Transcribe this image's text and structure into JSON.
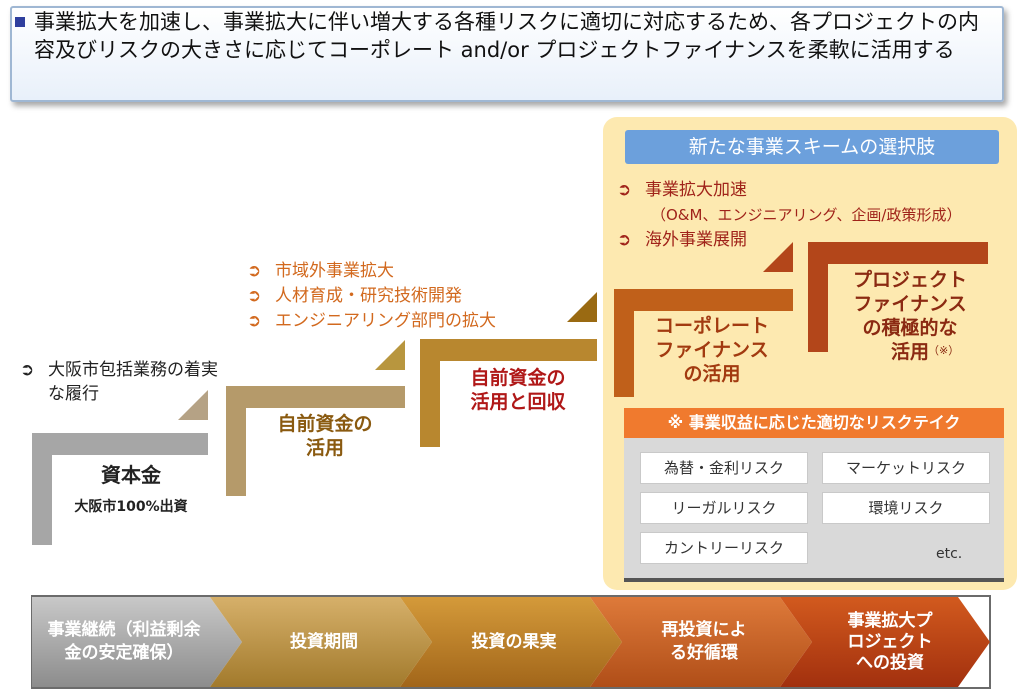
{
  "header": {
    "text": "事業拡大を加速し、事業拡大に伴い増大する各種リスクに適切に対応するため、各プロジェクトの内容及びリスクの大きさに応じてコーポレート and/or プロジェクトファイナンスを柔軟に活用する"
  },
  "bullet_symbol": "➲",
  "osaka_list": [
    "大阪市包括業務の着実な履行"
  ],
  "expansion_list": [
    "市域外事業拡大",
    "人材育成・研究技術開発",
    "エンジニアリング部門の拡大"
  ],
  "steps": {
    "capital": {
      "title": "資本金",
      "sub": "大阪市100%出資"
    },
    "own_funds": {
      "title": "自前資金の\n活用"
    },
    "own_funds_recovery": {
      "title": "自前資金の\n活用と回収"
    },
    "corporate_finance": {
      "title": "コーポレート\nファイナンス\nの活用"
    },
    "project_finance": {
      "title": "プロジェクト\nファイナンス\nの積極的な\n活用",
      "note": "（※）"
    }
  },
  "new_scheme": {
    "title": "新たな事業スキームの選択肢",
    "items": [
      {
        "label": "事業拡大加速"
      },
      {
        "label": "（O&M、エンジニアリング、企画/政策形成）",
        "sub": true
      },
      {
        "label": "海外事業展開"
      }
    ]
  },
  "risk": {
    "heading": "※ 事業収益に応じた適切なリスクテイク",
    "items": [
      "為替・金利リスク",
      "マーケットリスク",
      "リーガルリスク",
      "環境リスク",
      "カントリーリスク"
    ],
    "etc": "etc."
  },
  "flow": [
    "事業継続（利益剰余\n金の安定確保）",
    "投資期間",
    "投資の果実",
    "再投資によ\nる好循環",
    "事業拡大プ\nロジェクト\nへの投資"
  ],
  "colors": {
    "gray": "#a6a6a6",
    "tan": "#b59a6a",
    "gold": "#b8872f",
    "orange": "#c0601a",
    "rust": "#b3461a",
    "darkred": "#8b2a12"
  }
}
